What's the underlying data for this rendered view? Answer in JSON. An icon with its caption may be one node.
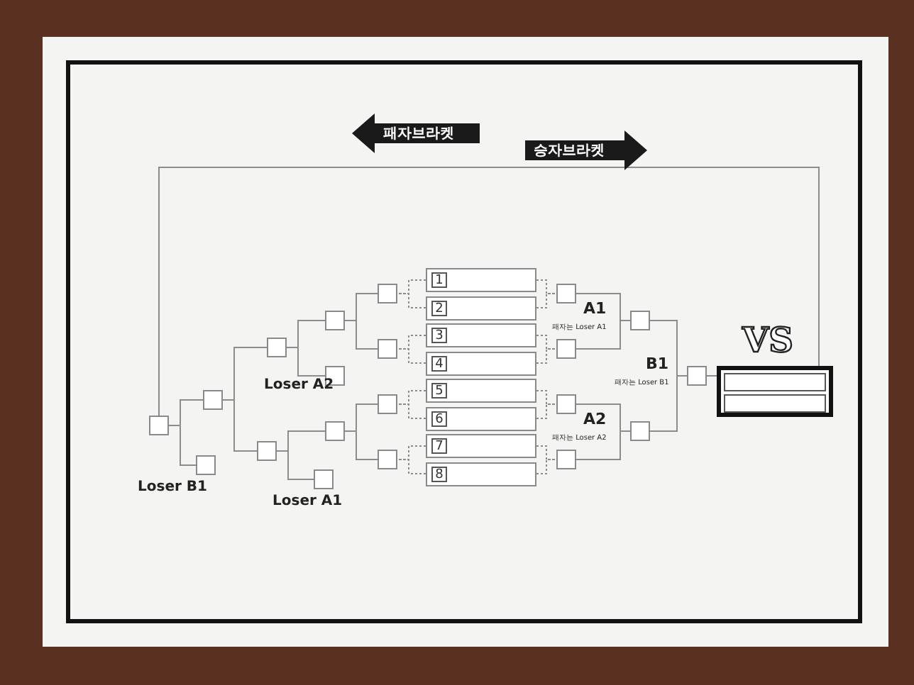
{
  "diagram": {
    "nodes": [
      {
        "text": [
          "패자브라켓"
        ]
      },
      {
        "text": [
          "승자브라켓"
        ]
      },
      {
        "text": [
          "1"
        ]
      },
      {
        "text": [
          "2"
        ]
      },
      {
        "text": [
          "3"
        ]
      },
      {
        "text": [
          "4"
        ]
      },
      {
        "text": [
          "5"
        ]
      },
      {
        "text": [
          "6"
        ]
      },
      {
        "text": [
          "7"
        ]
      },
      {
        "text": [
          "8"
        ]
      },
      {
        "text": [],
        "shape": "box"
      },
      {
        "text": [],
        "shape": "box"
      },
      {
        "text": [],
        "shape": "box"
      },
      {
        "text": [],
        "shape": "box"
      },
      {
        "text": [],
        "shape": "box"
      },
      {
        "text": [],
        "shape": "box"
      },
      {
        "text": [],
        "shape": "box",
        "beside": [
          "Loser A2"
        ]
      },
      {
        "text": [],
        "shape": "box",
        "beside": [
          "Loser A1"
        ]
      },
      {
        "text": [],
        "shape": "box"
      },
      {
        "text": [],
        "shape": "box"
      },
      {
        "text": [],
        "shape": "box"
      },
      {
        "text": [],
        "shape": "box",
        "beside": [
          "Loser B1"
        ]
      },
      {
        "text": [],
        "shape": "box"
      },
      {
        "text": [],
        "shape": "box"
      },
      {
        "text": [],
        "shape": "box"
      },
      {
        "text": [],
        "shape": "box"
      },
      {
        "text": [],
        "shape": "box"
      },
      {
        "text": [],
        "shape": "box",
        "beside": [
          "A1",
          "패자는 Loser A1"
        ]
      },
      {
        "text": [],
        "shape": "box",
        "beside": [
          "A2",
          "패자는 Loser A2"
        ]
      },
      {
        "text": [],
        "shape": "box",
        "beside": [
          "B1",
          "패자는 Loser B1"
        ]
      },
      {
        "text": [
          "VS"
        ]
      }
    ],
    "edges": [
      {
        "from": 2,
        "to": 23,
        "arrow": "none",
        "style": "dashed"
      },
      {
        "from": 3,
        "to": 23,
        "arrow": "none",
        "style": "dashed"
      },
      {
        "from": 4,
        "to": 24,
        "arrow": "none",
        "style": "dashed"
      },
      {
        "from": 5,
        "to": 24,
        "arrow": "none",
        "style": "dashed"
      },
      {
        "from": 6,
        "to": 25,
        "arrow": "none",
        "style": "dashed"
      },
      {
        "from": 7,
        "to": 25,
        "arrow": "none",
        "style": "dashed"
      },
      {
        "from": 8,
        "to": 26,
        "arrow": "none",
        "style": "dashed"
      },
      {
        "from": 9,
        "to": 26,
        "arrow": "none",
        "style": "dashed"
      },
      {
        "from": 2,
        "to": 10,
        "arrow": "none",
        "style": "dashed"
      },
      {
        "from": 3,
        "to": 10,
        "arrow": "none",
        "style": "dashed"
      },
      {
        "from": 4,
        "to": 11,
        "arrow": "none",
        "style": "dashed"
      },
      {
        "from": 5,
        "to": 11,
        "arrow": "none",
        "style": "dashed"
      },
      {
        "from": 6,
        "to": 12,
        "arrow": "none",
        "style": "dashed"
      },
      {
        "from": 7,
        "to": 12,
        "arrow": "none",
        "style": "dashed"
      },
      {
        "from": 8,
        "to": 13,
        "arrow": "none",
        "style": "dashed"
      },
      {
        "from": 9,
        "to": 13,
        "arrow": "none",
        "style": "dashed"
      },
      {
        "from": 10,
        "to": 14,
        "arrow": "none"
      },
      {
        "from": 11,
        "to": 14,
        "arrow": "none"
      },
      {
        "from": 12,
        "to": 15,
        "arrow": "none"
      },
      {
        "from": 13,
        "to": 15,
        "arrow": "none"
      },
      {
        "from": 14,
        "to": 18,
        "arrow": "none"
      },
      {
        "from": 16,
        "to": 18,
        "arrow": "none"
      },
      {
        "from": 15,
        "to": 19,
        "arrow": "none"
      },
      {
        "from": 17,
        "to": 19,
        "arrow": "none"
      },
      {
        "from": 18,
        "to": 20,
        "arrow": "none"
      },
      {
        "from": 19,
        "to": 20,
        "arrow": "none"
      },
      {
        "from": 20,
        "to": 22,
        "arrow": "none"
      },
      {
        "from": 21,
        "to": 22,
        "arrow": "none"
      },
      {
        "from": 22,
        "to": 30,
        "arrow": "none"
      },
      {
        "from": 23,
        "to": 27,
        "arrow": "none"
      },
      {
        "from": 24,
        "to": 27,
        "arrow": "none"
      },
      {
        "from": 25,
        "to": 28,
        "arrow": "none"
      },
      {
        "from": 26,
        "to": 28,
        "arrow": "none"
      },
      {
        "from": 27,
        "to": 29,
        "arrow": "none"
      },
      {
        "from": 28,
        "to": 29,
        "arrow": "none"
      },
      {
        "from": 29,
        "to": 30,
        "arrow": "none"
      }
    ]
  }
}
